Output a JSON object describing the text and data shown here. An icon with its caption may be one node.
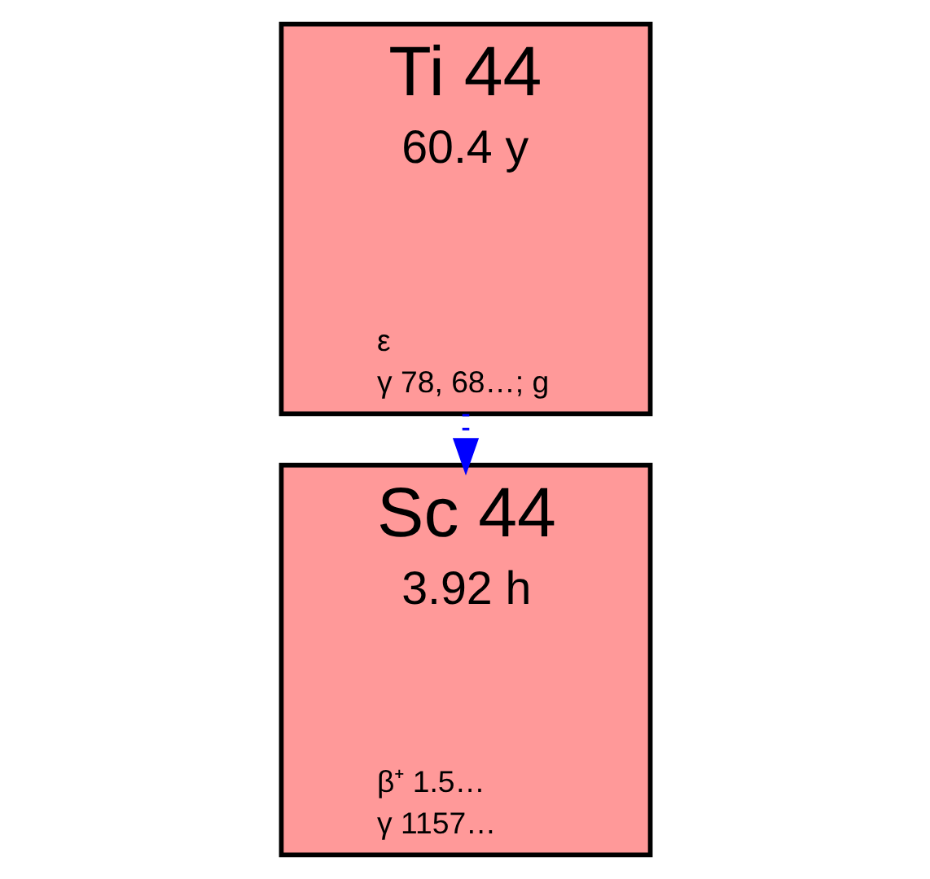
{
  "diagram": {
    "nodes": [
      {
        "text": [
          "Ti 44",
          "60.4 y",
          "ε",
          "γ 78, 68…; g"
        ]
      },
      {
        "text": [
          "Sc 44",
          "3.92 h",
          "β⁺ 1.5…",
          "γ 1157…"
        ]
      }
    ],
    "edges": [
      {
        "from": 0,
        "to": 1,
        "arrow": "to",
        "style": "dashed",
        "color": "#0000ff"
      }
    ]
  }
}
